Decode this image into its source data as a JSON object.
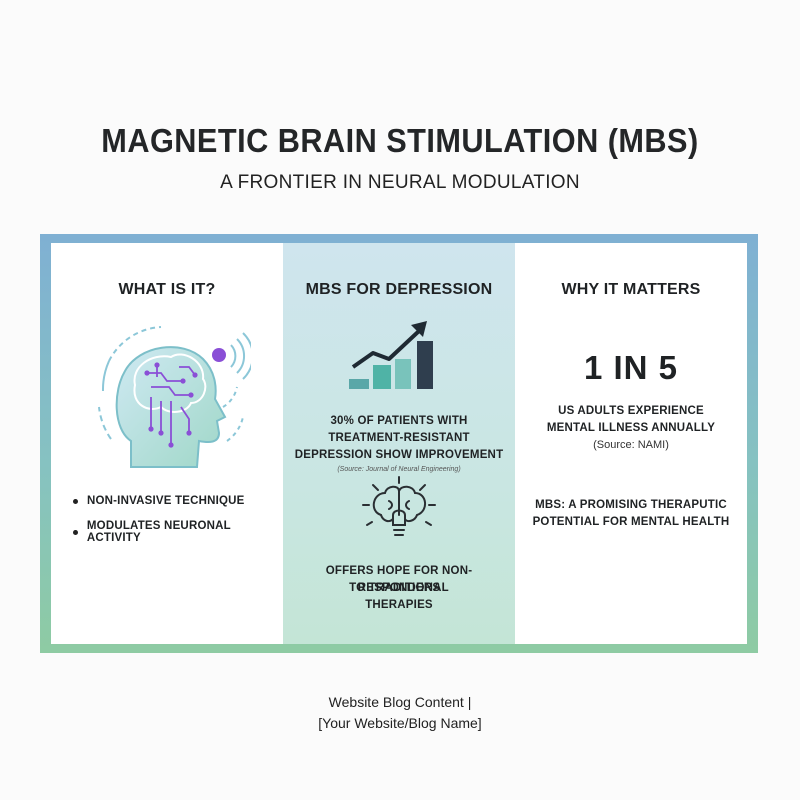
{
  "header": {
    "title": "MAGNETIC BRAIN STIMULATION (MBS)",
    "subtitle": "A FRONTIER IN NEURAL MODULATION"
  },
  "columns": {
    "left": {
      "heading": "WHAT IS IT?",
      "icon": "brain-circuit-head-icon",
      "bullets": [
        "NON-INVASIVE TECHNIQUE",
        "MODULATES NEURONAL ACTIVITY"
      ]
    },
    "middle": {
      "heading": "MBS FOR DEPRESSION",
      "icon": "rising-bar-chart-icon",
      "stat_line1": "30% OF PATIENTS WITH",
      "stat_line2": "TREATMENT-RESISTANT",
      "stat_line3": "DEPRESSION SHOW IMPROVEMENT",
      "source": "(Source: Journal of Neural Engineering)",
      "icon2": "brain-lightbulb-icon",
      "hope_line1": "OFFERS HOPE FOR NON-RESPONDERS",
      "hope_line2": "TO TRADITIONAL",
      "hope_line3": "THERAPIES"
    },
    "right": {
      "heading": "WHY IT MATTERS",
      "big_stat": "1 IN 5",
      "stat_line1": "US ADULTS EXPERIENCE",
      "stat_line2": "MENTAL ILLNESS ANNUALLY",
      "source": "(Source: NAMI)",
      "note_line1": "MBS: A PROMISING THERAPUTIC",
      "note_line2": "POTENTIAL FOR MENTAL HEALTH"
    }
  },
  "footer": {
    "line1": "Website Blog Content |",
    "line2": "[Your Website/Blog Name]"
  },
  "colors": {
    "frame_top": "#7fb0d3",
    "frame_bottom": "#8ecba3",
    "middle_panel": "#cfe5ee",
    "accent_purple": "#8a4fd6",
    "accent_teal": "#4fb3a6"
  }
}
